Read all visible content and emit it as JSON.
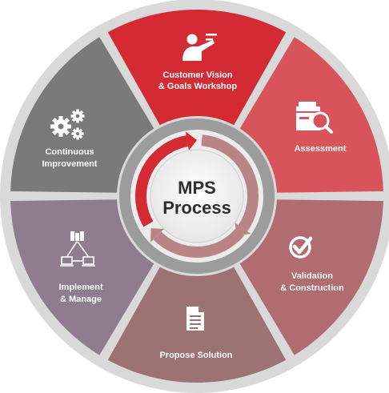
{
  "center": {
    "line1": "MPS",
    "line2": "Process"
  },
  "segments": [
    {
      "id": "vision",
      "label_lines": [
        "Customer Vision",
        "& Goals Workshop"
      ],
      "color": "#d42a34",
      "icon": "presenter-icon"
    },
    {
      "id": "assessment",
      "label_lines": [
        "Assessment"
      ],
      "color": "#d9545a",
      "icon": "copier-magnifier-icon"
    },
    {
      "id": "validation",
      "label_lines": [
        "Validation",
        "& Construction"
      ],
      "color": "#b06c70",
      "icon": "check-badge-icon"
    },
    {
      "id": "propose",
      "label_lines": [
        "Propose Solution"
      ],
      "color": "#9d7272",
      "icon": "document-icon"
    },
    {
      "id": "implement",
      "label_lines": [
        "Implement",
        "& Manage"
      ],
      "color": "#8f7c8e",
      "icon": "network-icon"
    },
    {
      "id": "continuous",
      "label_lines": [
        "Continuous",
        "Improvement"
      ],
      "color": "#7a7a7a",
      "icon": "gears-icon"
    }
  ],
  "colors": {
    "outer_rim": "#d8d8d8",
    "inner_ring": "#6e6e6e",
    "center_fill": "#ffffff",
    "arrow_red": "#d42a34",
    "arrow_muted": "#b98486"
  }
}
